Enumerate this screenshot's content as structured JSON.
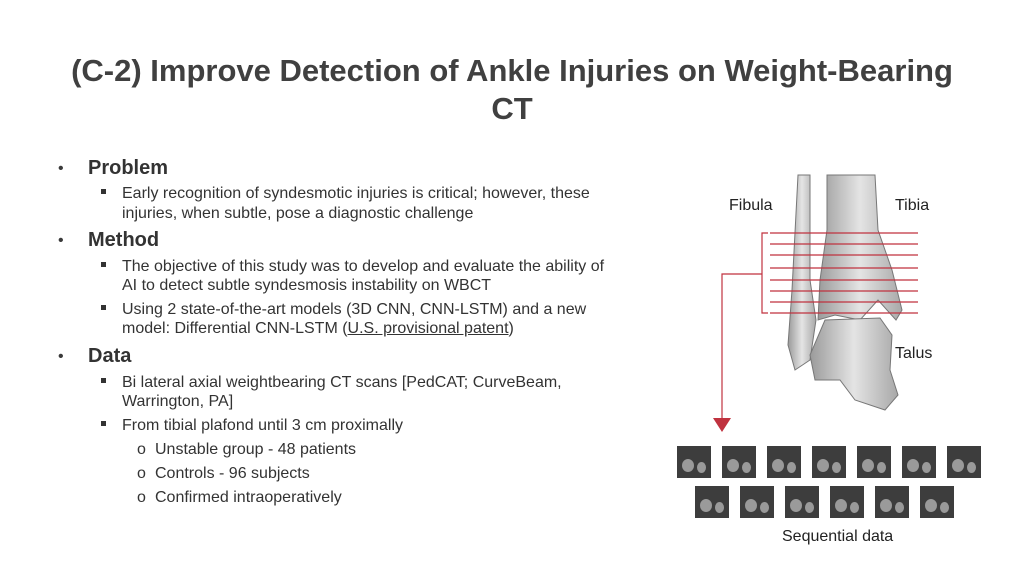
{
  "title": "(C-2) Improve Detection of Ankle Injuries on Weight-Bearing CT",
  "sections": [
    {
      "heading": "Problem",
      "items": [
        {
          "lines": [
            "Early recognition of syndesmotic injuries is critical; however, these",
            "injuries, when subtle, pose a diagnostic challenge"
          ]
        }
      ]
    },
    {
      "heading": "Method",
      "items": [
        {
          "lines": [
            "The objective of this study was to develop and evaluate the ability of",
            "AI to detect subtle syndesmosis instability on WBCT"
          ]
        },
        {
          "lines": [
            "Using 2 state-of-the-art models (3D CNN, CNN-LSTM) and a new",
            "model: Differential CNN-LSTM  ("
          ],
          "link": "U.S. provisional patent",
          "after": ")"
        }
      ]
    },
    {
      "heading": "Data",
      "items": [
        {
          "lines": [
            "Bi lateral axial weightbearing CT scans [PedCAT; CurveBeam,",
            "Warrington, PA]"
          ]
        },
        {
          "lines": [
            "From tibial plafond until 3 cm proximally"
          ]
        }
      ],
      "subitems": [
        "Unstable group - 48 patients",
        "Controls - 96 subjects",
        "Confirmed intraoperatively"
      ]
    }
  ],
  "figure": {
    "fibula": "Fibula",
    "tibia": "Tibia",
    "talus": "Talus",
    "caption": "Sequential data",
    "accent": "#c0323f",
    "thumbnails_row1": 7,
    "thumbnails_row2": 6
  }
}
